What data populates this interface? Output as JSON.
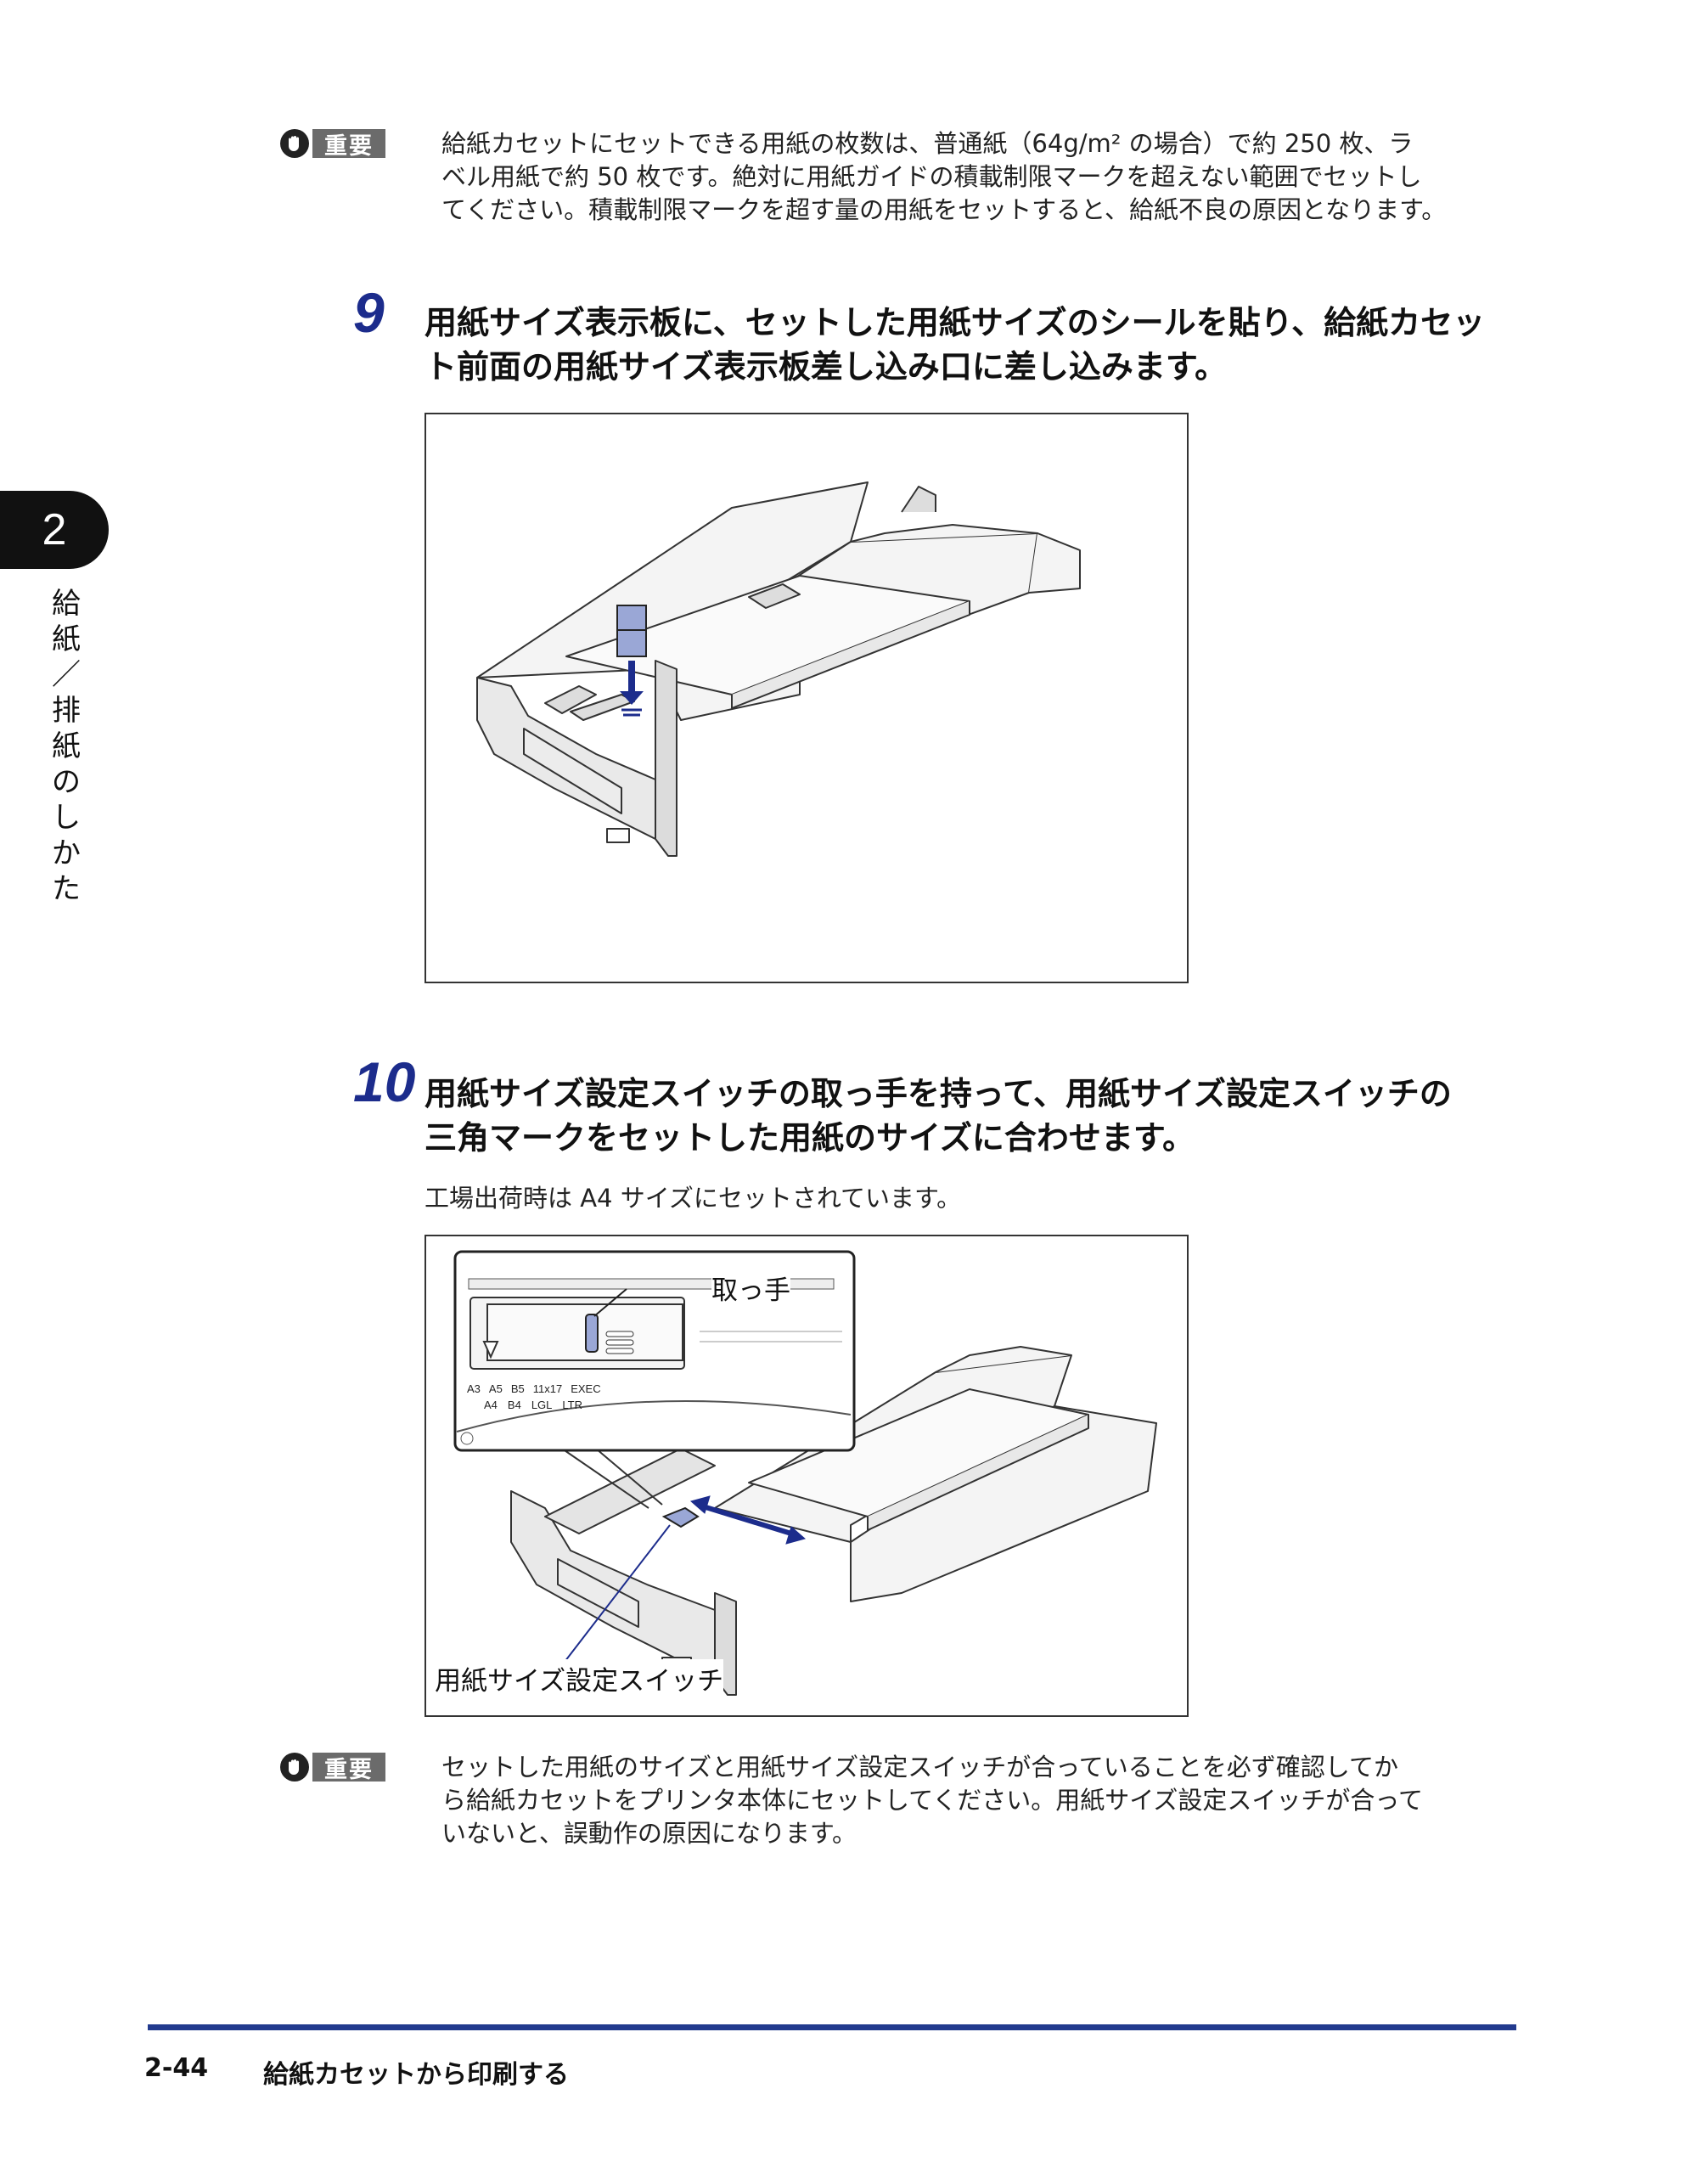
{
  "chapter": {
    "number": "2",
    "title": "給紙／排紙のしかた"
  },
  "note1": {
    "badge": "重要",
    "lines": [
      "給紙カセットにセットできる用紙の枚数は、普通紙（64g/m² の場合）で約 250 枚、ラ",
      "ベル用紙で約 50 枚です。絶対に用紙ガイドの積載制限マークを超えない範囲でセットし",
      "てください。積載制限マークを超す量の用紙をセットすると、給紙不良の原因となります。"
    ]
  },
  "step9": {
    "number": "9",
    "title_lines": [
      "用紙サイズ表示板に、セットした用紙サイズのシールを貼り、給紙カセッ",
      "ト前面の用紙サイズ表示板差し込み口に差し込みます。"
    ]
  },
  "step10": {
    "number": "10",
    "title_lines": [
      "用紙サイズ設定スイッチの取っ手を持って、用紙サイズ設定スイッチの",
      "三角マークをセットした用紙のサイズに合わせます。"
    ],
    "desc": "工場出荷時は A4 サイズにセットされています。",
    "callout_handle": "取っ手",
    "callout_switch": "用紙サイズ設定スイッチ",
    "size_labels_row1": [
      "A3",
      "A5",
      "B5",
      "11x17",
      "EXEC"
    ],
    "size_labels_row2": [
      "A4",
      "B4",
      "LGL",
      "LTR"
    ]
  },
  "note2": {
    "badge": "重要",
    "lines": [
      "セットした用紙のサイズと用紙サイズ設定スイッチが合っていることを必ず確認してか",
      "ら給紙カセットをプリンタ本体にセットしてください。用紙サイズ設定スイッチが合って",
      "いないと、誤動作の原因になります。"
    ]
  },
  "footer": {
    "page": "2-44",
    "title": "給紙カセットから印刷する"
  },
  "colors": {
    "accent": "#1c2c8c",
    "rule": "#223a8e",
    "highlight": "#9aa7d6"
  }
}
